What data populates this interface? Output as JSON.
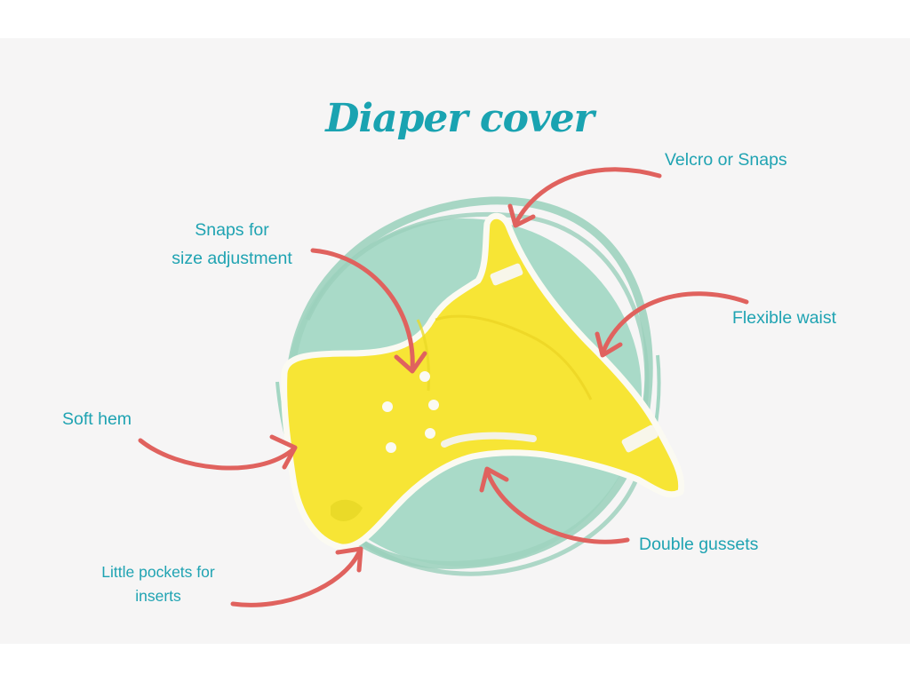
{
  "title": "Diaper cover",
  "labels": {
    "velcro": "Velcro or Snaps",
    "snaps_line1": "Snaps for",
    "snaps_line2": "size adjustment",
    "waist": "Flexible waist",
    "hem": "Soft hem",
    "gussets": "Double gussets",
    "pockets_line1": "Little pockets for",
    "pockets_line2": "inserts"
  },
  "colors": {
    "title": "#1aa3b1",
    "labels": "#1fa3b2",
    "arrows": "#e0625e",
    "circle": "#a3d6c3",
    "diaper": "#f7e535",
    "background": "#f6f5f5"
  }
}
